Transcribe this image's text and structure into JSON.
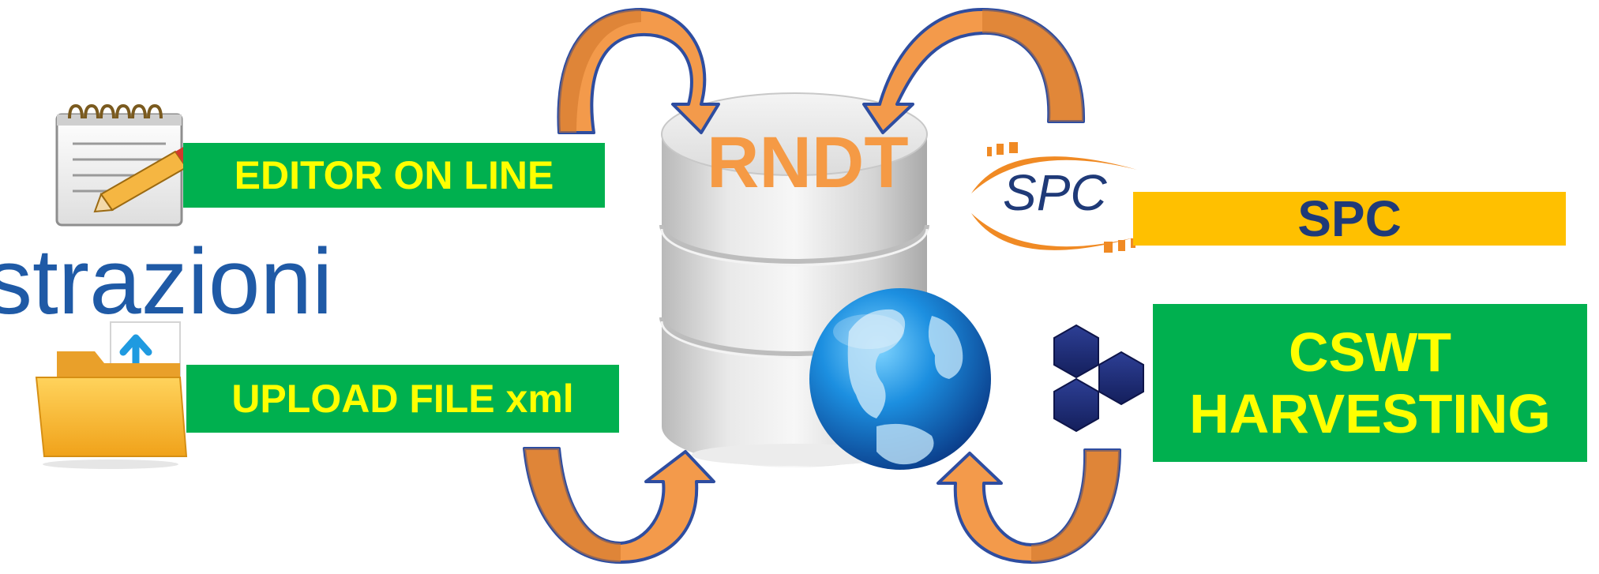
{
  "labels": {
    "editor": "EDITOR  ON LINE",
    "upload": "UPLOAD FILE xml",
    "spc": "SPC",
    "cswt_line1": "CSWT",
    "cswt_line2": "HARVESTING",
    "partial_word": "strazioni",
    "database": "RNDT",
    "spc_logo_text": "SPC"
  },
  "icons": {
    "editor": "notepad-pencil-icon",
    "upload": "folder-upload-icon",
    "database": "database-icon",
    "globe": "globe-icon",
    "spc_logo": "spc-logo",
    "harvest": "hexagon-cluster-icon",
    "arrows": "curved-arrow-icon"
  },
  "colors": {
    "green_box": "#00b04f",
    "yellow_text": "#ffff00",
    "orange_box": "#ffc000",
    "navy_text": "#1f3a78",
    "blue_text": "#1f5aa6",
    "orange_text": "#f59a45",
    "arrow_fill": "#f39a4b",
    "arrow_stroke": "#2e4da0"
  }
}
